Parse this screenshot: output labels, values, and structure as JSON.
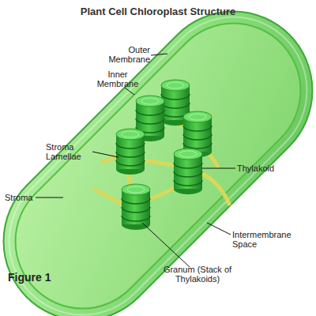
{
  "diagram": {
    "title": "Plant Cell Chloroplast Structure",
    "caption": "Figure 1",
    "labels": [
      "Outer Membrane",
      "Inner Membrane",
      "Stroma Lamellae",
      "Thylakoid",
      "Stroma",
      "Intermembrane Space",
      "Granum (Stack of Thylakoids)"
    ]
  }
}
